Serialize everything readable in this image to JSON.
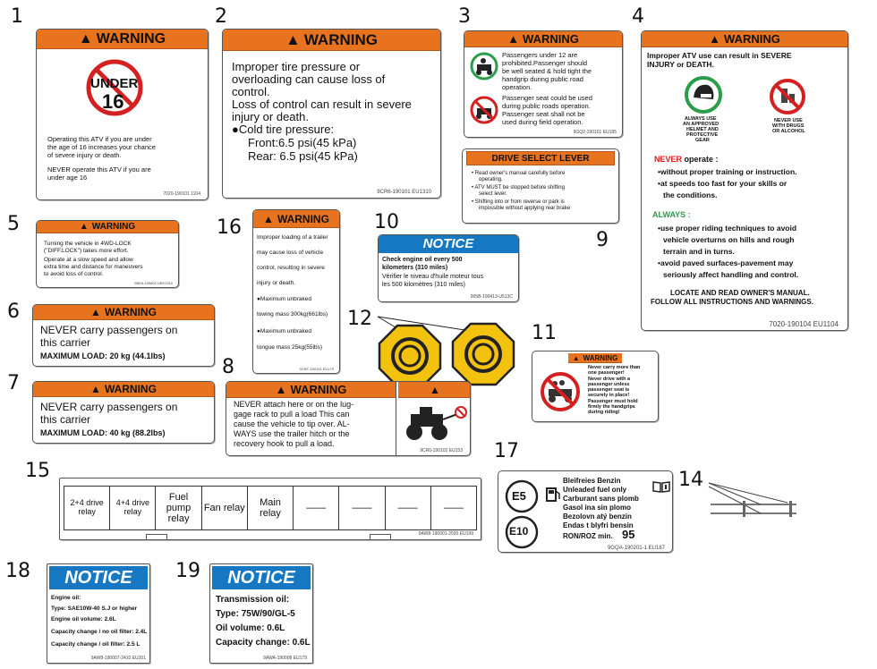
{
  "numbers": [
    "1",
    "2",
    "3",
    "4",
    "5",
    "6",
    "7",
    "8",
    "9",
    "10",
    "11",
    "12",
    "14",
    "15",
    "16",
    "17",
    "18",
    "19"
  ],
  "warning": "WARNING",
  "notice": "NOTICE",
  "l1": {
    "icon": "UNDER",
    "age": "16",
    "p1a": "Operating this ATV if you are under",
    "p1b": "the age of 16 increases your chance",
    "p1c": "of severe injury or death.",
    "p2a": "NEVER operate this ATV if you are",
    "p2b": "under age 16",
    "code": "7020-190101  1104"
  },
  "l2": {
    "t1": "Improper tire pressure or",
    "t2": "overloading can cause loss of",
    "t3": "control.",
    "t4": "Loss of control can result in severe",
    "t5": "injury or death.",
    "t6": "●Cold tire pressure:",
    "t7": "Front:6.5 psi(45 kPa)",
    "t8": "Rear: 6.5 psi(45 kPa)",
    "code": "9CR6-190101  EU1310"
  },
  "l3": {
    "a1": "Passengers under 12 are",
    "a2": "prohibited.Passenger should",
    "a3": "be well seated & hold tight the",
    "a4": "handgrip during public road",
    "a5": "operation.",
    "b1": "Passenger seat could be used",
    "b2": "during public roads operation.",
    "b3": "Passenger seat shall not be",
    "b4": "used during field operation.",
    "code": "9GQ2-190101  EU185"
  },
  "l4": {
    "i1": "Improper ATV use can result in SEVERE",
    "i2": "INJURY or DEATH.",
    "ic1a": "ALWAYS USE",
    "ic1b": "AN APPROVED",
    "ic1c": "HELMET AND",
    "ic1d": "PROTECTIVE",
    "ic1e": "GEAR",
    "ic2a": "NEVER USE",
    "ic2b": "WITH DRUGS",
    "ic2c": "OR ALCOHOL",
    "never": "NEVER",
    "operate": " operate :",
    "n1": "•without proper training or instruction.",
    "n2": "•at speeds too fast for your skills or",
    "n3": "the conditions.",
    "always": "ALWAYS :",
    "a1": "•use proper riding techniques to avoid",
    "a2": "vehicle overturns on hills and rough",
    "a3": "terrain and in turns.",
    "a4": "•avoid paved surfaces-pavement may",
    "a5": "seriously affect handling and control.",
    "f1": "LOCATE AND READ OWNER'S MANUAL.",
    "f2": "FOLLOW ALL INSTRUCTIONS AND WARNINGS.",
    "code": "7020-190104  EU1104"
  },
  "l5": {
    "t1": "Turning the vehicle in 4WD-LOCK",
    "t2": "(\"DIFF.LOCK\") takes more effort.",
    "t3": "Operate at a slow speed and allow",
    "t4": "extra time and distance for maneuvers",
    "t5": "to avoid loss of control.",
    "code": "9BE6-190602  UEE1310"
  },
  "l6": {
    "t1": "NEVER carry passengers on",
    "t2": "this carrier",
    "t3": "MAXIMUM LOAD: 20 kg  (44.1lbs)"
  },
  "l7": {
    "t1": "NEVER carry passengers on",
    "t2": "this carrier",
    "t3": "MAXIMUM LOAD: 40 kg  (88.2lbs)"
  },
  "l8": {
    "t1": "NEVER attach here or on the lug-",
    "t2": "gage rack to pull a load This can",
    "t3": "cause the vehicle to tip over. AL-",
    "t4": "WAYS use the trailer hitch or the",
    "t5": "recovery hook to pull a load.",
    "code": "9CR0-190102  EU153"
  },
  "l9": {
    "title": "DRIVE SELECT LEVER",
    "b1": "• Read owner's manual carefully before",
    "b1b": "operating.",
    "b2": "• ATV MUST be stopped before shifting",
    "b2b": "select lever.",
    "b3": "• Shifting into or from reverse or park is",
    "b3b": "impossible without applying rear brake"
  },
  "l10": {
    "t1": "Check engine oil every 500",
    "t2": "kilometers (310 miles)",
    "t3": "Vérifier le niveau d'huile moteur tous",
    "t4": "les 500 kilomètres (310 miles)",
    "code": "905B-190413-U513C"
  },
  "l11": {
    "t1": "Never carry more than",
    "t2": "one passenger!",
    "t3": "Never drive with a",
    "t4": "passenger unless",
    "t5": "passenger seat is",
    "t6": "securely in place!",
    "t7": "Passenger must hold",
    "t8": "firmly the handgrips",
    "t9": "during riding!"
  },
  "l15": {
    "cells": [
      "2+4 drive relay",
      "4+4 drive relay",
      "Fuel pump relay",
      "Fan relay",
      "Main relay",
      "——",
      "——",
      "——",
      "——"
    ],
    "code": "9AW8-190001-2500  EU199"
  },
  "l16": {
    "t1": "Improper loading of a trailer",
    "t2": "may cause loss of vehicle",
    "t3": "control, resulting in severe",
    "t4": "injury or death.",
    "t5": "●Maximum unbraked",
    "t6": "towing mass 300kg(661lbs)",
    "t7": "●Maximum unbraked",
    "t8": "tongue mass 25kg(55lbs)",
    "code": "9CRF-190101  EU179"
  },
  "l17": {
    "e5": "E5",
    "e10": "E10",
    "f1": "Bleifreies Benzin",
    "f2": "Unleaded fuel only",
    "f3": "Carburant sans plomb",
    "f4": "Gasol ina sin plomo",
    "f5": "Bezolovn atý benzin",
    "f6": "Endas t blyfri bensin",
    "ron": "RON/ROZ min.",
    "ronv": "95",
    "code": "9GQA-190201-1  EU187"
  },
  "l18": {
    "t1": "Engine oil:",
    "t2": "Type: SAE10W-40 S.J or higher",
    "t3": "Engine oil volume:  2.6L",
    "t4": "Capacity change / no oil filter: 2.4L",
    "t5": "Capacity change / oil filter: 2.5 L",
    "code": "9AW8-190007-2410  EU201"
  },
  "l19": {
    "t1": "Transmission oil:",
    "t2": "Type: 75W/90/GL-5",
    "t3": "Oil volume:  0.6L",
    "t4": "Capacity change: 0.6L",
    "code": "9AWA-190008  EU179"
  }
}
